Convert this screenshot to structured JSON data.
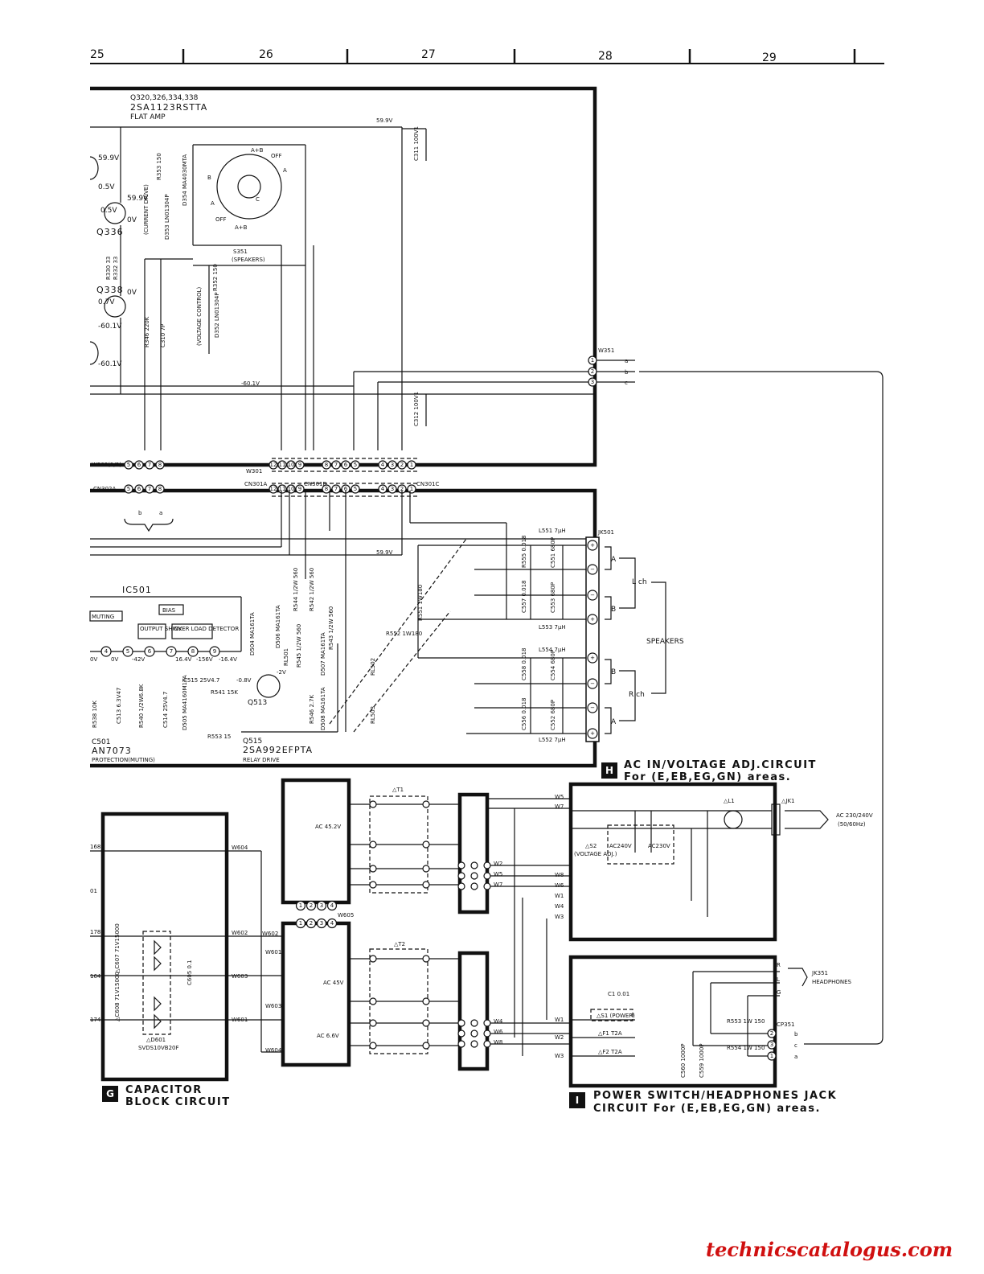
{
  "column_numbers": [
    "25",
    "26",
    "27",
    "28",
    "29"
  ],
  "flat_amp": {
    "transistors": "Q320,326,334,338",
    "part": "2SA1123RSTTA",
    "function": "FLAT AMP"
  },
  "upper_left": {
    "q336": "Q336",
    "q338": "Q338",
    "v_59_9": "59.9V",
    "v_0_5a": "0.5V",
    "v_0_5b": "0.5V",
    "v_59_9b": "59.9V",
    "v_0v": "0V",
    "v_0v_b": "0V",
    "v_0_7": "0.7V",
    "v_m60_1a": "-60.1V",
    "v_m60_1b": "-60.1V",
    "r330": "R330 33",
    "r332": "R332 33",
    "r346": "R346 220K",
    "c310": "C310 7P",
    "r353": "R353 150",
    "d353": "D353 LN01304P",
    "d354": "D354 MA4030MTA",
    "current_drive": "(CURRENT DRIVE)",
    "r352": "R352 150",
    "d352": "D352 LN01304P",
    "voltage_control": "(VOLTAGE CONTROL)"
  },
  "speaker_switch": {
    "ref": "S351",
    "name": "(SPEAKERS)",
    "a_plus_b_top": "A+B",
    "a_plus_b_bottom": "A+B",
    "off_top": "OFF",
    "off_bottom": "OFF",
    "a": "A",
    "b": "B",
    "c": "C",
    "a2": "A"
  },
  "caps_top": {
    "c311": "C311 100V1",
    "v599": "59.9V",
    "c312": "C312 100V1",
    "v601": "-60.1V"
  },
  "w351": {
    "ref": "W351",
    "pins": [
      "1",
      "2",
      "3"
    ],
    "letters": [
      "a",
      "b",
      "c"
    ]
  },
  "connectors": {
    "w302": "W302(1/2)",
    "cn302a": "CN302A",
    "w301": "W301",
    "cn301a": "CN301A",
    "cn301b": "CN301B",
    "cn301c": "CN301C",
    "group_a": [
      "5",
      "6",
      "7",
      "8"
    ],
    "group_b": [
      "12",
      "11",
      "10",
      "9"
    ],
    "group_c": [
      "8",
      "7",
      "6",
      "5"
    ],
    "group_d": [
      "4",
      "3",
      "2",
      "1"
    ],
    "b_label": "b",
    "a_label": "a"
  },
  "protection": {
    "ic": "IC501",
    "muting": "MUTING",
    "bias": "BIAS",
    "output_shink": "OUTPUT SHINK",
    "overload": "OVER LOAD DETECTOR",
    "pins": [
      "4",
      "5",
      "6",
      "7",
      "8",
      "9"
    ],
    "v_0v": "0V",
    "v_0v_b": "0V",
    "v_m42": "-42V",
    "v_16_4": "16.4V",
    "v_m156": "-156V",
    "v_m16_4": "-16.4V",
    "v_m0_8": "-0.8V",
    "v_m2": "-2V",
    "v_599": "59.9V",
    "c501": "C501",
    "an7073": "AN7073",
    "protection_muting": "PROTECTION(MUTING)",
    "q513": "Q513",
    "q515": "Q515",
    "q515_part": "2SA992EFPTA",
    "relay_drive": "RELAY DRIVE",
    "c515": "C515 25V4.7",
    "r541": "R541 15K",
    "r553": "R553 15",
    "r538": "R538 10K",
    "c513": "C513 6.3V47",
    "r540": "R540 1/2W6.8K",
    "c514": "C514 25V4.7",
    "d505": "D505 MA4160M1TA",
    "d504": "D504 MA161TA",
    "d506": "D506 MA161TA",
    "d507": "D507 MA161TA",
    "d508": "D508 MA161TA",
    "r544": "R544 1/2W 560",
    "r542": "R542 1/2W 560",
    "r545": "R545 1/2W 560",
    "r543": "R543 1/2W 560",
    "r546": "R546 2.7K",
    "rl501": "RL501",
    "rl502": "RL502",
    "rl503": "RL503",
    "r551": "R551 1W180",
    "r552": "R552 1W180"
  },
  "output": {
    "jk501": "JK501",
    "l551": "L551 7μH",
    "c551": "C551 680P",
    "r555": "R555 0.018",
    "c553": "C553 680P",
    "c557": "C557 0.018",
    "l553": "L553 7μH",
    "l554": "L554 7μH",
    "c554": "C554 680P",
    "c558": "C558 0.018",
    "c552": "C552 680P",
    "c556": "C556 0.018",
    "l552": "L552 7μH",
    "a1": "A",
    "b1": "B",
    "b2": "B",
    "a2": "A",
    "lch": "L ch",
    "rch": "R ch",
    "speakers": "SPEAKERS"
  },
  "section_h": {
    "letter": "H",
    "title": "AC IN/VOLTAGE ADJ.CIRCUIT",
    "subtitle": "For (E,EB,EG,GN) areas.",
    "w5": "W5",
    "w7": "W7",
    "w8": "W8",
    "w6": "W6",
    "w1": "W1",
    "w4": "W4",
    "w3": "W3",
    "s2": "△S2",
    "voltage_adj": "(VOLTAGE ADJ.)",
    "ac240": "AC240V",
    "ac230": "AC230V",
    "l1": "△L1",
    "jk1": "△JK1",
    "ac_in": "AC 230/240V",
    "hz": "(50/60Hz)"
  },
  "transformers": {
    "t1": "△T1",
    "t2": "△T2",
    "ac452": "AC 45.2V",
    "ac45": "AC 45V",
    "ac66": "AC 6.6V",
    "w605": "W605",
    "w602": "W602",
    "w601": "W601",
    "w603": "W603",
    "w604": "W604",
    "w2": "W2",
    "w5": "W5",
    "w7": "W7",
    "w4": "W4",
    "w6": "W6",
    "w8": "W8",
    "pins": [
      "1",
      "2",
      "3",
      "4"
    ]
  },
  "section_g": {
    "letter": "G",
    "title": "CAPACITOR",
    "title2": "BLOCK CIRCUIT",
    "w604": "W604",
    "w602": "W602",
    "w603": "W603",
    "w601": "W601",
    "left_168": "168",
    "left_01": "01",
    "left_178": "178",
    "left_164": "164",
    "left_174": "174",
    "c607": "△C607 71V15000",
    "c608": "△C608 71V15000",
    "c605": "C605 0.1",
    "d601": "△D601",
    "d601_part": "SVDS10VB20F"
  },
  "section_i": {
    "letter": "I",
    "title": "POWER SWITCH/HEADPHONES JACK",
    "subtitle": "CIRCUIT For (E,EB,EG,GN) areas.",
    "c1": "C1 0.01",
    "s1": "△S1 (POWER)",
    "f1": "△F1 T2A",
    "f2": "△F2 T2A",
    "w1": "W1",
    "w2": "W2",
    "w3": "W3",
    "jk351": "JK351",
    "headphones": "HEADPHONES",
    "r": "R",
    "l": "L",
    "g": "G",
    "r553": "R553 1W 150",
    "r554": "R554 1W 150",
    "cp351": "CP351",
    "c560": "C560 1000P",
    "c559": "C559 1000P",
    "pins": [
      "2",
      "3",
      "1"
    ],
    "letters": [
      "b",
      "c",
      "a"
    ]
  },
  "footer": {
    "site": "technicscatalogus.com"
  }
}
